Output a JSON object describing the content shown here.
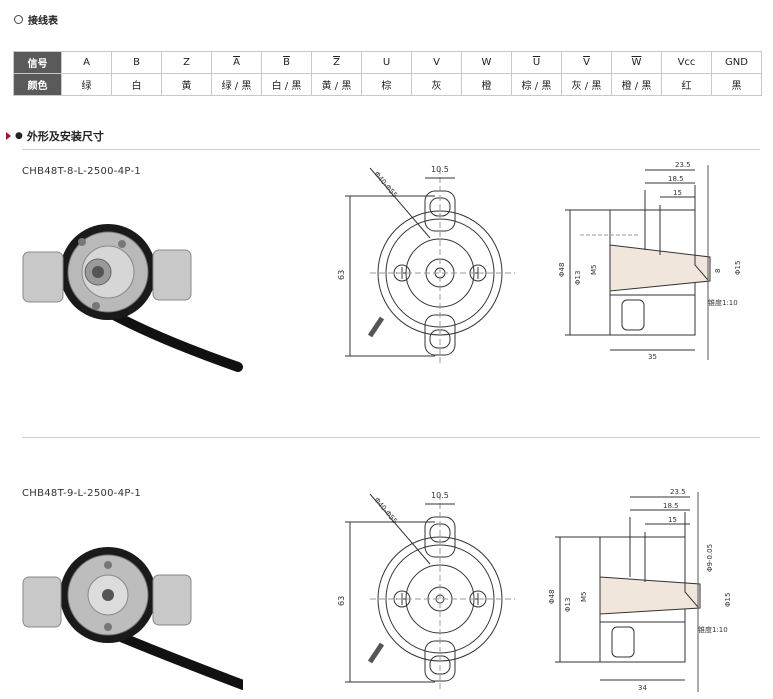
{
  "wiring_section": {
    "title": "接线表"
  },
  "wiring_table": {
    "row1_label": "信号",
    "row2_label": "颜色",
    "signals": [
      {
        "name": "A",
        "overline": false,
        "color": "绿"
      },
      {
        "name": "B",
        "overline": false,
        "color": "白"
      },
      {
        "name": "Z",
        "overline": false,
        "color": "黄"
      },
      {
        "name": "A",
        "overline": true,
        "color": "绿 / 黑"
      },
      {
        "name": "B",
        "overline": true,
        "color": "白 / 黑"
      },
      {
        "name": "Z",
        "overline": true,
        "color": "黄 / 黑"
      },
      {
        "name": "U",
        "overline": false,
        "color": "棕"
      },
      {
        "name": "V",
        "overline": false,
        "color": "灰"
      },
      {
        "name": "W",
        "overline": false,
        "color": "橙"
      },
      {
        "name": "U",
        "overline": true,
        "color": "棕 / 黑"
      },
      {
        "name": "V",
        "overline": true,
        "color": "灰 / 黑"
      },
      {
        "name": "W",
        "overline": true,
        "color": "橙 / 黑"
      },
      {
        "name": "Vcc",
        "overline": false,
        "color": "红"
      },
      {
        "name": "GND",
        "overline": false,
        "color": "黑"
      }
    ]
  },
  "dimension_section": {
    "title": "外形及安装尺寸"
  },
  "products": [
    {
      "model": "CHB48T-8-L-2500-4P-1",
      "front": {
        "dia": "Φ40-Φ55",
        "width": "10.5",
        "height": "63"
      },
      "side": {
        "d1": "23.5",
        "d2": "18.5",
        "d3": "15",
        "body_dia": "Φ48",
        "hub_dia": "Φ13",
        "thread": "M5",
        "bore": "8",
        "flange": "Φ15",
        "taper": "锥度1:10",
        "length": "35"
      }
    },
    {
      "model": "CHB48T-9-L-2500-4P-1",
      "front": {
        "dia": "Φ40-Φ55",
        "width": "10.5",
        "height": "63"
      },
      "side": {
        "d1": "23.5",
        "d2": "18.5",
        "d3": "15",
        "body_dia": "Φ48",
        "hub_dia": "Φ13",
        "thread": "M5",
        "bore": "Φ9-0.05",
        "flange": "Φ15",
        "taper": "锥度1:10",
        "length": "34"
      }
    }
  ],
  "colors": {
    "header_bg": "#5a5a5a",
    "accent": "#b0102a"
  }
}
